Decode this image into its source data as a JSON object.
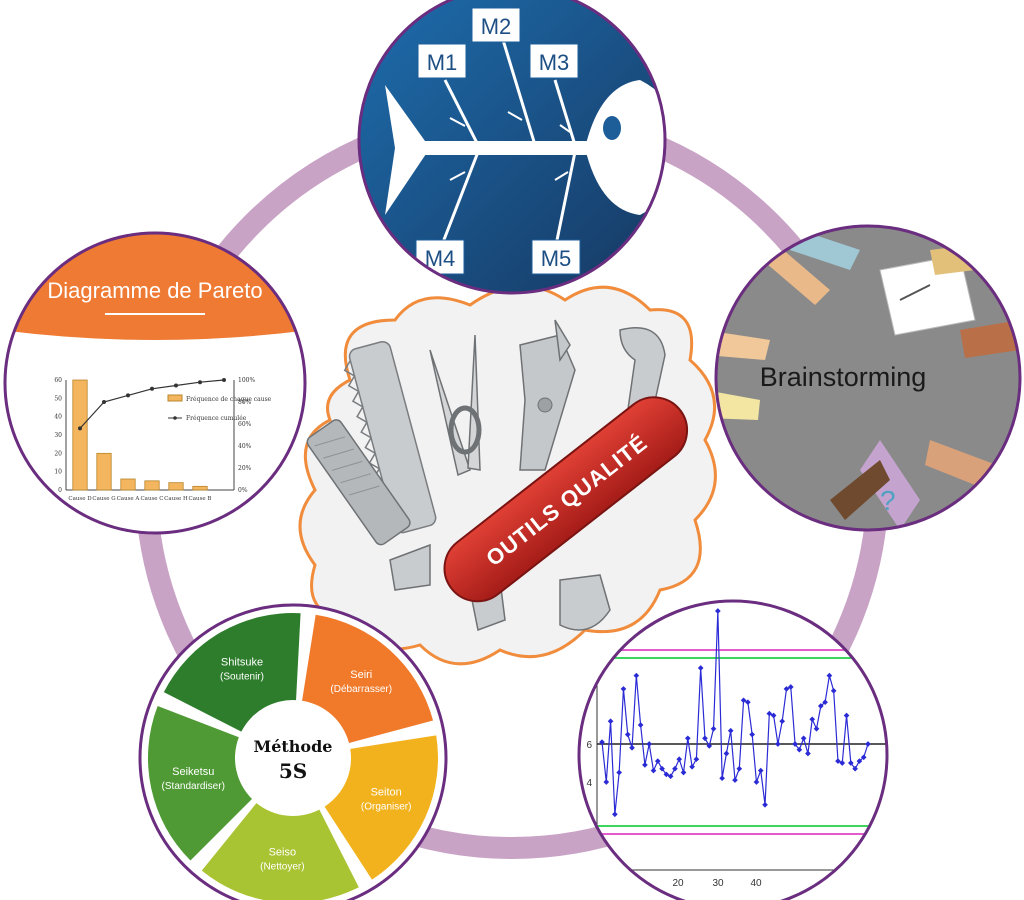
{
  "center": {
    "label": "OUTILS QUALITÉ"
  },
  "fishbone": {
    "labels": [
      "M1",
      "M2",
      "M3",
      "M4",
      "M5"
    ]
  },
  "pareto": {
    "title": "Diagramme de Pareto",
    "left_ticks": [
      "60",
      "50",
      "40",
      "30",
      "20",
      "10",
      "0"
    ],
    "right_ticks": [
      "100%",
      "80%",
      "60%",
      "40%",
      "20%",
      "0%"
    ],
    "legend": [
      "Fréquence de chaque cause",
      "Fréquence cumulée"
    ],
    "categories": [
      "Cause D",
      "Cause G",
      "Cause A",
      "Cause C",
      "Cause H",
      "Cause B"
    ],
    "values": [
      60,
      20,
      6,
      5,
      4,
      2
    ],
    "cumulative": [
      0.56,
      0.8,
      0.86,
      0.92,
      0.95,
      0.98,
      1.0
    ]
  },
  "brainstorming": {
    "label": "Brainstorming"
  },
  "method5s": {
    "title": "Méthode",
    "subtitle": "5S",
    "segments": [
      {
        "name": "Seiri",
        "sub": "(Débarrasser)",
        "color": "#f07a2a"
      },
      {
        "name": "Seiton",
        "sub": "(Organiser)",
        "color": "#f2b21e"
      },
      {
        "name": "Seiso",
        "sub": "(Nettoyer)",
        "color": "#a9c433"
      },
      {
        "name": "Seiketsu",
        "sub": "(Standardiser)",
        "color": "#4f9a34"
      },
      {
        "name": "Shitsuke",
        "sub": "(Soutenir)",
        "color": "#2e7d2c"
      }
    ]
  },
  "control": {
    "y_ticks": [
      "6",
      "4"
    ],
    "x_ticks": [
      "20",
      "30",
      "40"
    ],
    "values": [
      6.1,
      4.0,
      7.2,
      2.3,
      4.5,
      8.9,
      6.5,
      5.8,
      9.6,
      7.0,
      4.9,
      6.0,
      4.6,
      5.1,
      4.7,
      4.4,
      4.3,
      4.7,
      5.2,
      4.5,
      6.3,
      4.8,
      5.2,
      10.0,
      6.3,
      5.9,
      6.8,
      13.0,
      4.2,
      5.5,
      6.7,
      4.1,
      4.7,
      8.3,
      8.2,
      6.5,
      4.0,
      4.6,
      2.8,
      7.6,
      7.5,
      6.0,
      7.2,
      8.9,
      9.0,
      6.0,
      5.7,
      6.3,
      5.5,
      7.3,
      6.8,
      8.0,
      8.2,
      9.6,
      8.8,
      5.1,
      5.0,
      7.5,
      5.0,
      4.7,
      5.1,
      5.3,
      6.0
    ]
  }
}
